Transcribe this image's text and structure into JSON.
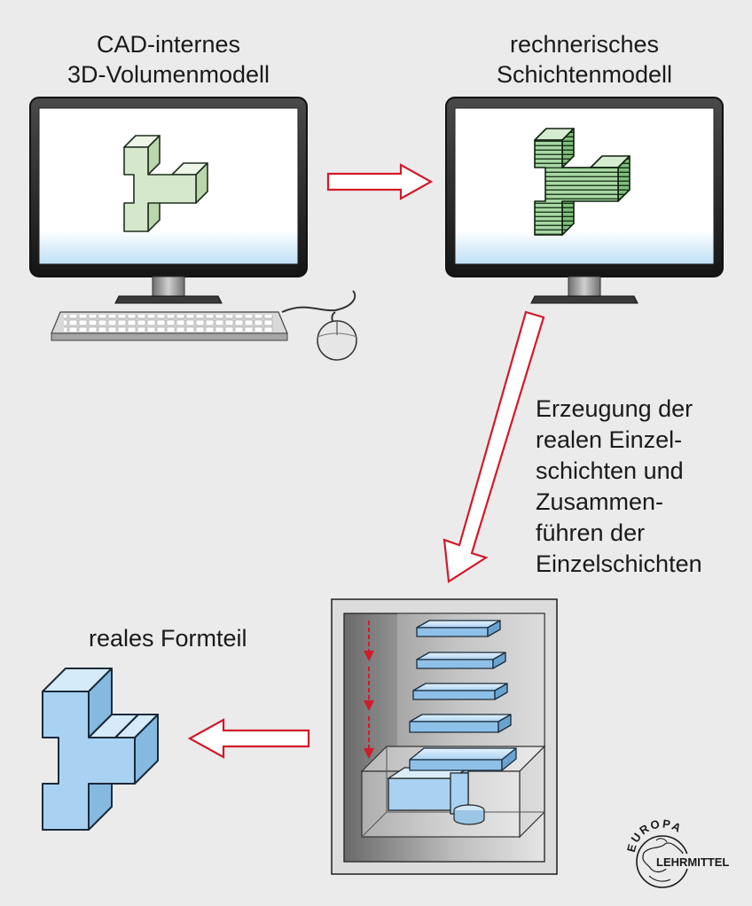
{
  "labels": {
    "cad_model": [
      "CAD-internes",
      "3D-Volumenmodell"
    ],
    "layer_model": [
      "rechnerisches",
      "Schichtenmodell"
    ],
    "process_description": [
      "Erzeugung der",
      "realen Einzel-",
      "schichten und",
      "Zusammen-",
      "führen der",
      "Einzelschichten"
    ],
    "real_part": "reales Formteil"
  },
  "logo": {
    "top_text": "EUROPA",
    "bottom_text": "LEHRMITTEL"
  },
  "colors": {
    "background": "#ebebeb",
    "arrow_outline": "#d11a2a",
    "cad_model_fill": "#d6e8cc",
    "layer_model_fill": "#9ccf9a",
    "real_part_fill": "#a9d2f2",
    "machine_frame": "#7a7a7a"
  }
}
